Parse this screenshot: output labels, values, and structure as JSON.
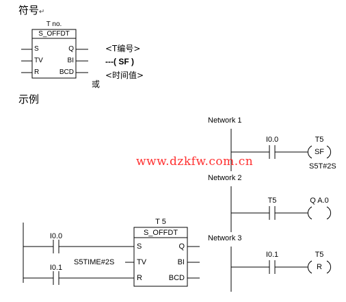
{
  "headings": {
    "symbol": "符号",
    "symbol_mark": "↵",
    "example": "示例"
  },
  "symbol_block": {
    "label_top": "T no.",
    "title": "S_OFFDT",
    "in_s": "S",
    "in_tv": "TV",
    "in_r": "R",
    "out_q": "Q",
    "out_bi": "BI",
    "out_bcd": "BCD"
  },
  "symbol_notes": {
    "t_number": "<T编号>",
    "coil": "---( SF )",
    "time_value": "<时间值>",
    "or": "或"
  },
  "watermark": "www.dzkfw.com.cn",
  "networks": {
    "n1": {
      "title": "Network 1",
      "contact": "I0.0",
      "coil_label": "T5",
      "coil_text": "SF",
      "coil_value": "S5T#2S"
    },
    "n2": {
      "title": "Network 2",
      "contact": "T5",
      "coil_label": "Q A.0"
    },
    "n3": {
      "title": "Network 3",
      "contact": "I0.1",
      "coil_label": "T5",
      "coil_text": "R"
    }
  },
  "example_block": {
    "label_top": "T 5",
    "title": "S_OFFDT",
    "in_s": "S",
    "in_tv": "TV",
    "in_r": "R",
    "out_q": "Q",
    "out_bi": "BI",
    "out_bcd": "BCD",
    "contact_s": "I0.0",
    "contact_r": "I0.1",
    "tv_value": "S5TIME#2S"
  }
}
